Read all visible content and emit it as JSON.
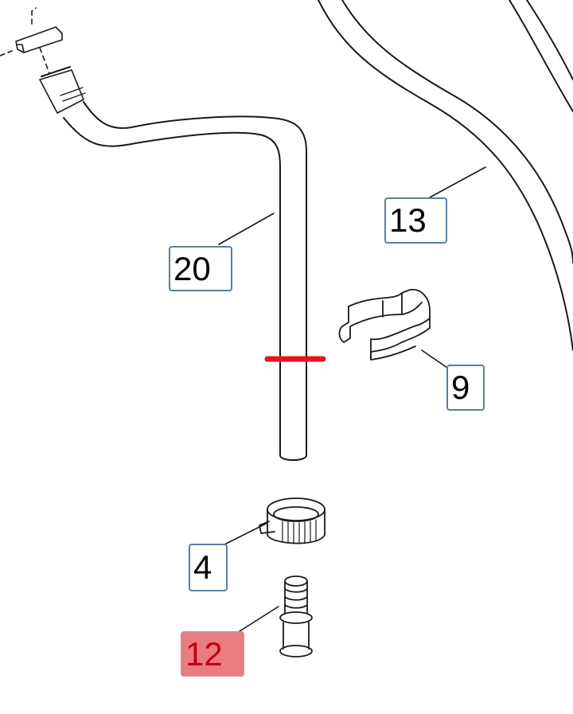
{
  "diagram": {
    "type": "exploded-parts-diagram",
    "callouts": [
      {
        "id": "20",
        "label": "20",
        "highlighted": false
      },
      {
        "id": "13",
        "label": "13",
        "highlighted": false
      },
      {
        "id": "9",
        "label": "9",
        "highlighted": false
      },
      {
        "id": "4",
        "label": "4",
        "highlighted": false
      },
      {
        "id": "12",
        "label": "12",
        "highlighted": true
      }
    ],
    "parts": [
      {
        "callout": "20",
        "name": "hose"
      },
      {
        "callout": "13",
        "name": "large-hose"
      },
      {
        "callout": "9",
        "name": "bracket-clamp"
      },
      {
        "callout": "4",
        "name": "hose-clamp"
      },
      {
        "callout": "12",
        "name": "valve-connector"
      }
    ],
    "colors": {
      "callout_border": "#5b7f9e",
      "highlight_fill": "#ea7b7e",
      "highlight_text": "#c00010",
      "marker": "#e8131b",
      "line": "#1a1a1a"
    }
  }
}
